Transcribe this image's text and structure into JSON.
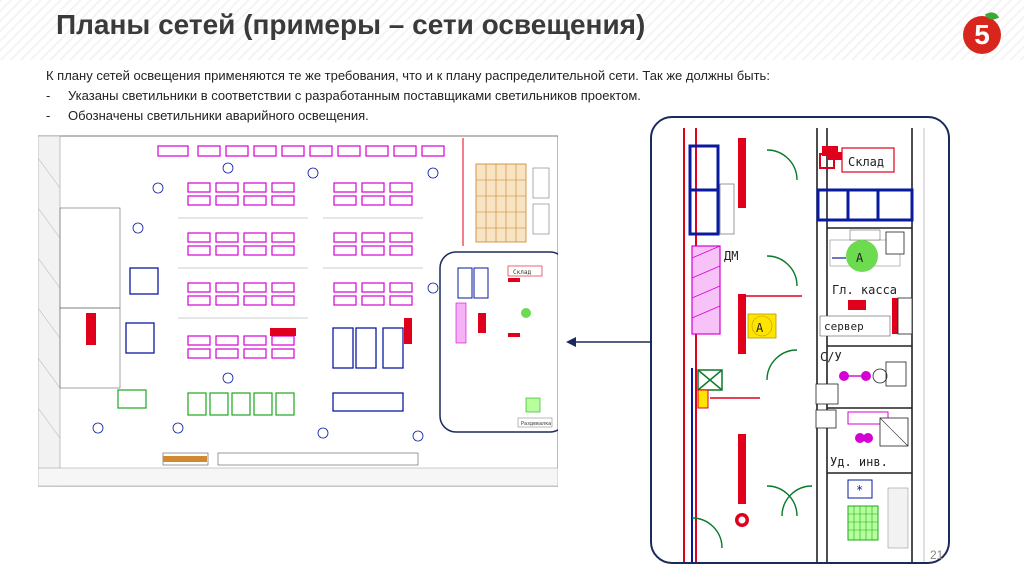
{
  "slide": {
    "title": "Планы сетей (примеры – сети освещения)",
    "logo_text": "5",
    "intro": "К плану сетей освещения применяются те же требования, что и к плану распределительной сети. Так же должны быть:",
    "bullets": [
      "Указаны светильники в соответствии с разработанным поставщиками светильников проектом.",
      "Обозначены светильники аварийного освещения."
    ],
    "bullet_marker": "-",
    "page_number": "21"
  },
  "zoom": {
    "room_sklad": "Склад",
    "room_dm": "ДМ",
    "room_kassa": "Гл. касса",
    "room_server": "сервер",
    "room_su": "С/У",
    "room_udinv": "Уд. инв.",
    "mark_a1": "А",
    "mark_a2": "А",
    "mark_star": "*"
  },
  "plan": {
    "room_sklad": "Склад",
    "room_razdevalka": "Раздевалка"
  },
  "colors": {
    "accent_red": "#d9261c",
    "accent_green": "#3aa935",
    "frame_navy": "#1a2a5a",
    "plan_magenta": "#d400d4",
    "plan_blue": "#0a1aa0"
  }
}
